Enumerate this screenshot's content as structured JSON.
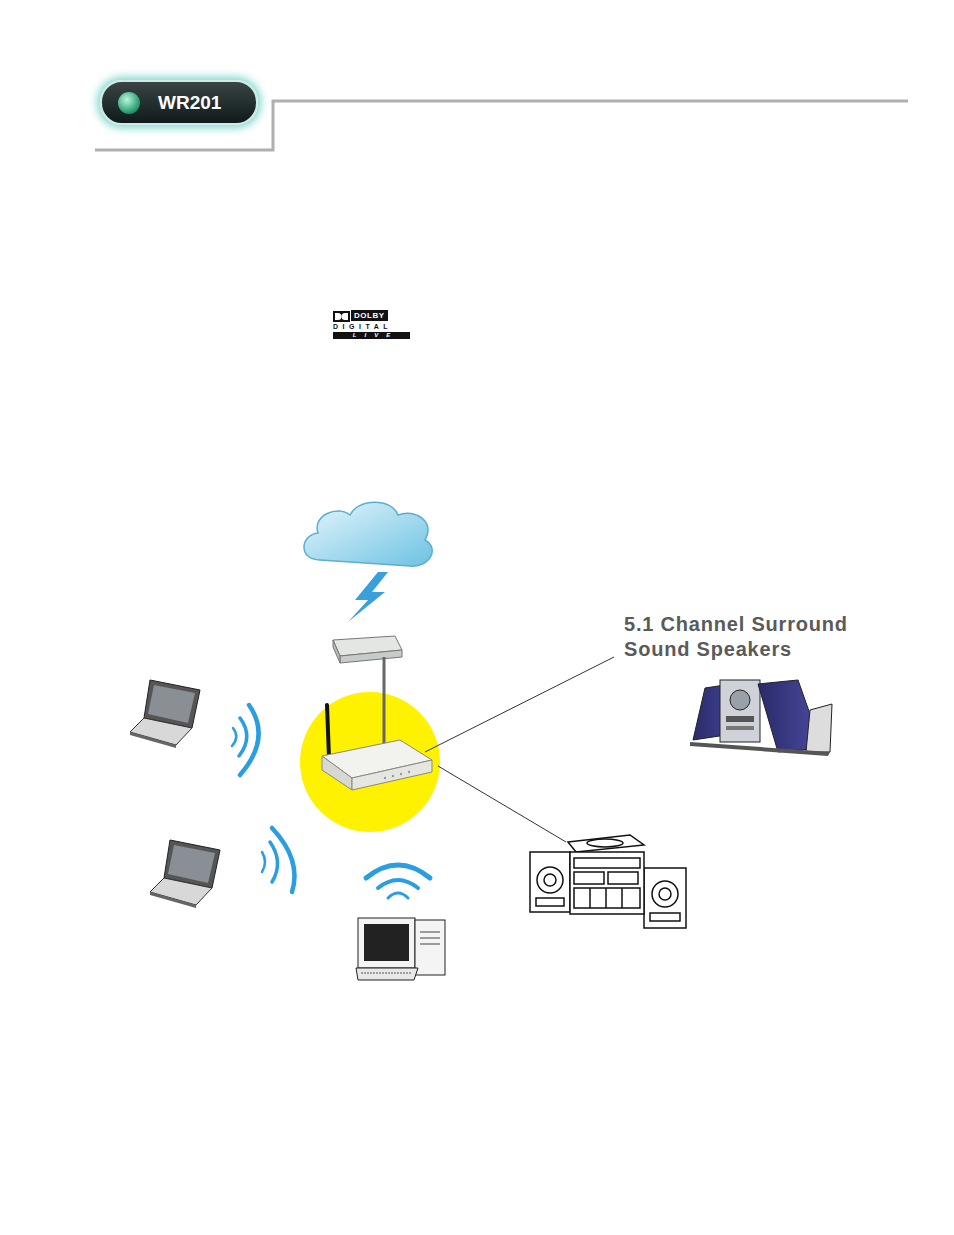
{
  "diagram": {
    "nodes": [
      {
        "text": [
          "WR201"
        ]
      }
    ],
    "labels": [
      "DOLBY",
      "DIGITAL",
      "LIVE",
      "5.1 Channel Surround Sound Speakers"
    ]
  }
}
